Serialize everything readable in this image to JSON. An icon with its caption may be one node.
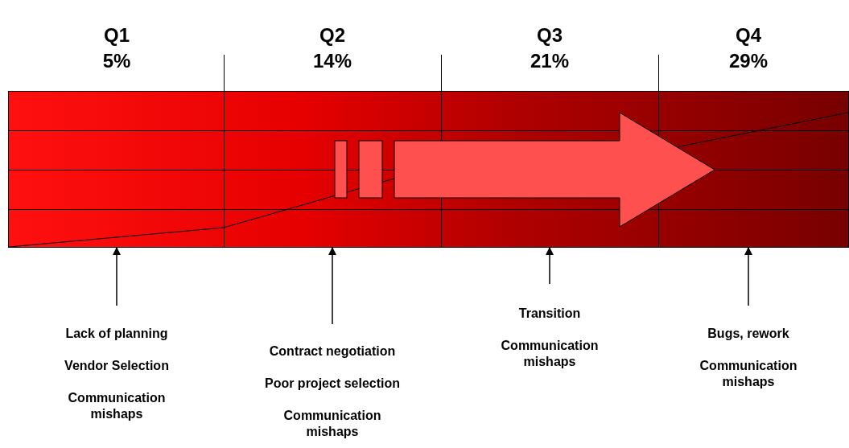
{
  "diagram": {
    "nodes": [
      {
        "text": [],
        "shape": "bar"
      },
      {
        "text": [
          "Lack of planning",
          "Vendor Selection",
          "Communication mishaps"
        ]
      },
      {
        "text": [
          "Contract negotiation",
          "Poor project selection",
          "Communication mishaps"
        ]
      },
      {
        "text": [
          "Transition",
          "Communication mishaps"
        ]
      },
      {
        "text": [
          "Bugs, rework",
          "Communication mishaps"
        ]
      }
    ],
    "edges": [
      {
        "from": 1,
        "to": 0,
        "arrow": "to"
      },
      {
        "from": 2,
        "to": 0,
        "arrow": "to"
      },
      {
        "from": 3,
        "to": 0,
        "arrow": "to"
      },
      {
        "from": 4,
        "to": 0,
        "arrow": "to"
      }
    ],
    "labels": [
      "Q1",
      "5%",
      "Q2",
      "14%",
      "Q3",
      "21%",
      "Q4",
      "29%"
    ]
  }
}
